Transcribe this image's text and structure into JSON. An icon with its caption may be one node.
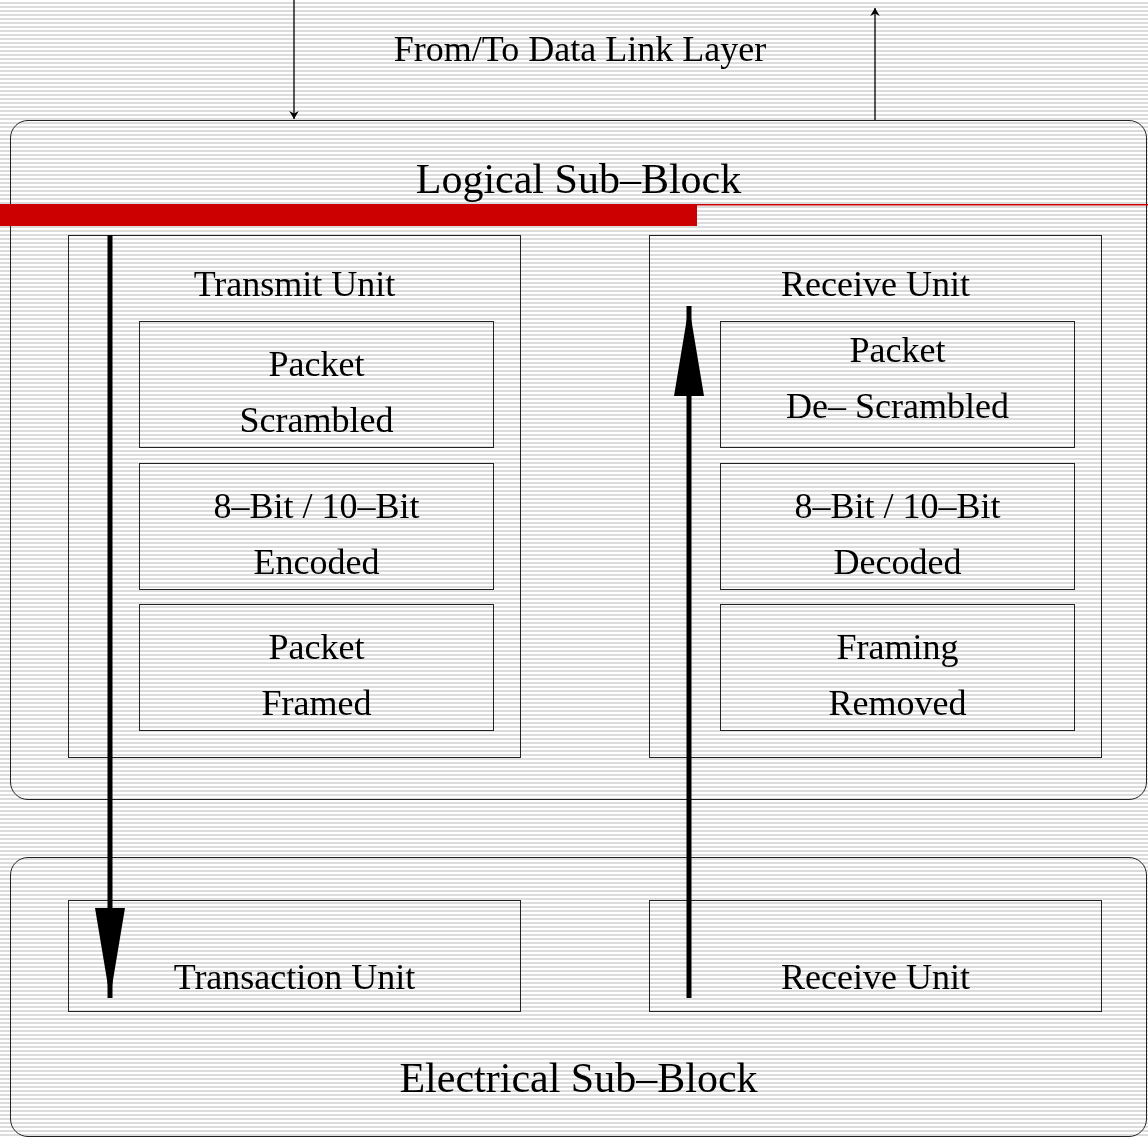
{
  "diagram": {
    "nodes": [
      {
        "text": [
          "Logical Sub–Block"
        ]
      },
      {
        "text": [
          "Transmit Unit"
        ],
        "in": 0
      },
      {
        "text": [
          "Packet Scrambled"
        ],
        "in": 1
      },
      {
        "text": [
          "8–Bit / 10–Bit Encoded"
        ],
        "in": 1
      },
      {
        "text": [
          "Packet Framed"
        ],
        "in": 1
      },
      {
        "text": [
          "Receive Unit"
        ],
        "in": 0
      },
      {
        "text": [
          "Packet De– Scrambled"
        ],
        "in": 5
      },
      {
        "text": [
          "8–Bit / 10–Bit Decoded"
        ],
        "in": 5
      },
      {
        "text": [
          "Framing Removed"
        ],
        "in": 5
      },
      {
        "text": [
          "Electrical Sub–Block"
        ]
      },
      {
        "text": [
          "Transaction Unit"
        ],
        "in": 9
      },
      {
        "text": [
          "Receive Unit"
        ],
        "in": 9
      }
    ],
    "edges": [
      {
        "from": null,
        "to": 0,
        "arrow": "to"
      },
      {
        "from": 0,
        "to": null,
        "arrow": "to"
      },
      {
        "from": 1,
        "to": 10,
        "arrow": "to",
        "style": "thick"
      },
      {
        "from": 11,
        "to": 5,
        "arrow": "to",
        "style": "thick"
      }
    ],
    "labels": [
      "From/To Data Link Layer"
    ]
  }
}
